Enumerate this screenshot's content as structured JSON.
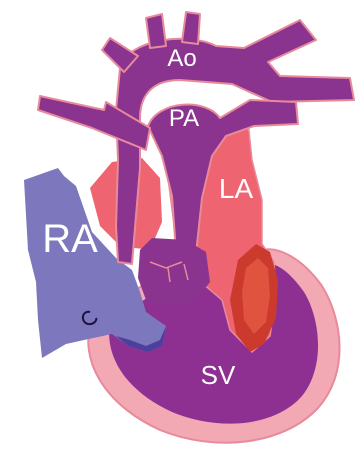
{
  "diagram": {
    "labels": {
      "aorta": "Ao",
      "pulmonary_artery": "PA",
      "left_atrium": "LA",
      "right_atrium": "RA",
      "single_ventricle": "SV"
    },
    "colors": {
      "background": "#ffffff",
      "outline": "#e88a9a",
      "outer_wall": "#f2a9b4",
      "great_vessels": "#8a3490",
      "ventricle_mass": "#8e2f92",
      "ventricle_dark": "#7a227f",
      "left_atrium": "#ef6471",
      "right_atrium": "#7d78bd",
      "right_atrium_edge": "#4c3f9e",
      "left_inflow_dark": "#cc3a2e",
      "left_inflow_light": "#e0533f"
    }
  }
}
